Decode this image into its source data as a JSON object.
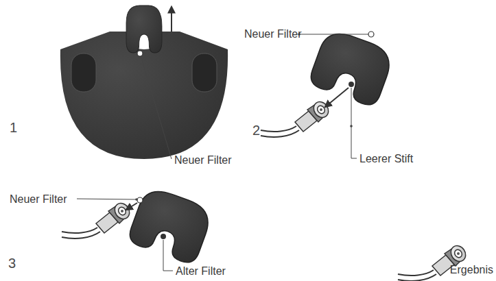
{
  "diagram": {
    "labels": [
      "1",
      "Neuer Filter",
      "Neuer Filter",
      "2",
      "Leerer Stift",
      "Neuer Filter",
      "3",
      "Alter Filter",
      "Ergebnis"
    ]
  }
}
